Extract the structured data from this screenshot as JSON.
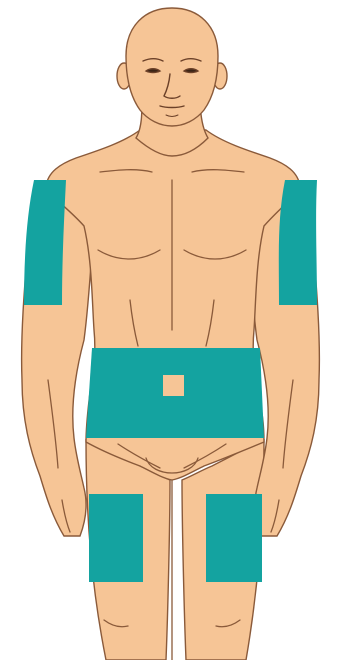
{
  "figure": {
    "colors": {
      "skin": "#f6c596",
      "outline": "#8a5a3a",
      "site": "#14a3a0",
      "background": "#ffffff"
    },
    "injection_sites": [
      "right-upper-arm",
      "left-upper-arm",
      "abdomen",
      "right-thigh",
      "left-thigh"
    ],
    "excluded_area": "navel"
  }
}
